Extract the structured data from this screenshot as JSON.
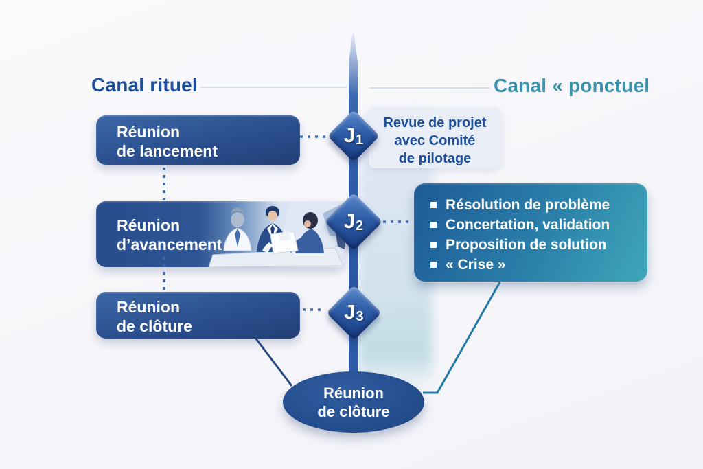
{
  "headers": {
    "left": "Canal rituel",
    "right": "Canal « ponctuel"
  },
  "meeting_boxes": [
    {
      "line1": "Réunion",
      "line2": "de lancement"
    },
    {
      "line1": "Réunion",
      "line2": "d’avancement"
    },
    {
      "line1": "Réunion",
      "line2": "de clôture"
    }
  ],
  "milestones": [
    {
      "main": "J",
      "sub": "1"
    },
    {
      "main": "J",
      "sub": "2"
    },
    {
      "main": "J",
      "sub": "3"
    }
  ],
  "j1_note": {
    "line1": "Revue de projet",
    "line2": "avec Comité",
    "line3": "de pilotage"
  },
  "j2_panel": {
    "items": [
      "Résolution de problème",
      "Concertation, validation",
      "Proposition de solution",
      "« Crise »"
    ]
  },
  "closing_ellipse": {
    "line1": "Réunion",
    "line2": "de clôture"
  },
  "colors": {
    "left_header": "#1d4f9a",
    "right_header": "#3a93ad",
    "box_blue": "#2b4f8f",
    "panel_teal_start": "#1d5a97",
    "panel_teal_end": "#3fa7ba",
    "ellipse_blue": "#254f91",
    "note_bg": "#e9edf6",
    "dotted_connector": "#3a6ab0",
    "solid_connector_left": "#27497f",
    "solid_connector_right": "#2279a6"
  },
  "illustration": {
    "name": "meeting-people-illustration"
  }
}
